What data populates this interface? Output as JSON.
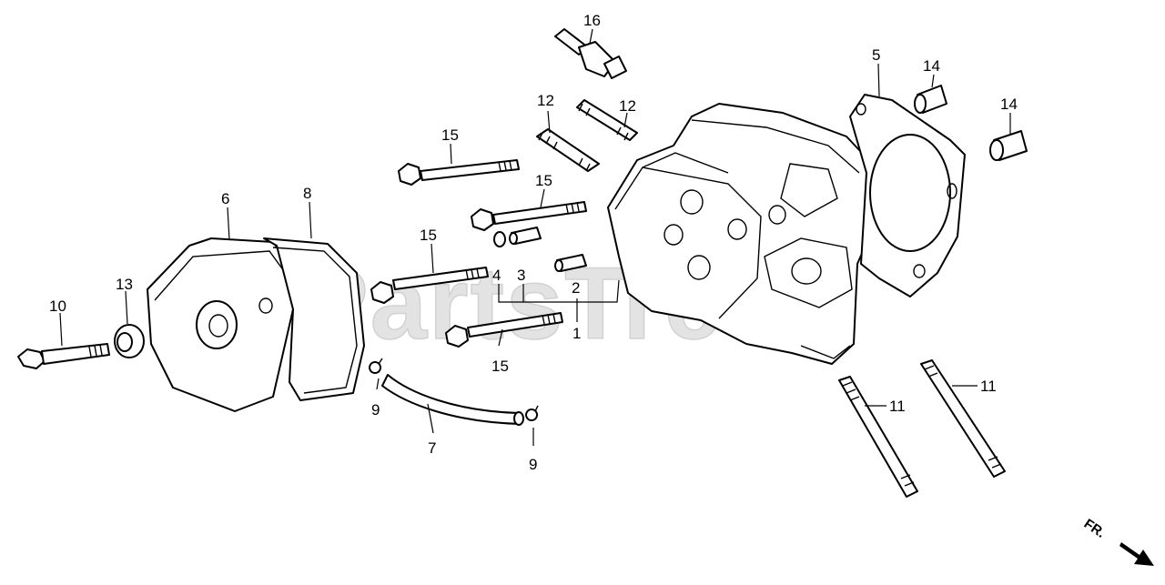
{
  "watermark": "PartsTree",
  "direction_indicator": {
    "label": "FR.",
    "icon": "arrow-icon"
  },
  "callouts": {
    "c1": "1",
    "c2": "2",
    "c3": "3",
    "c4": "4",
    "c5": "5",
    "c6": "6",
    "c7": "7",
    "c8": "8",
    "c9a": "9",
    "c9b": "9",
    "c10": "10",
    "c11a": "11",
    "c11b": "11",
    "c12a": "12",
    "c12b": "12",
    "c13": "13",
    "c14a": "14",
    "c14b": "14",
    "c15a": "15",
    "c15b": "15",
    "c15c": "15",
    "c15d": "15",
    "c16": "16"
  }
}
